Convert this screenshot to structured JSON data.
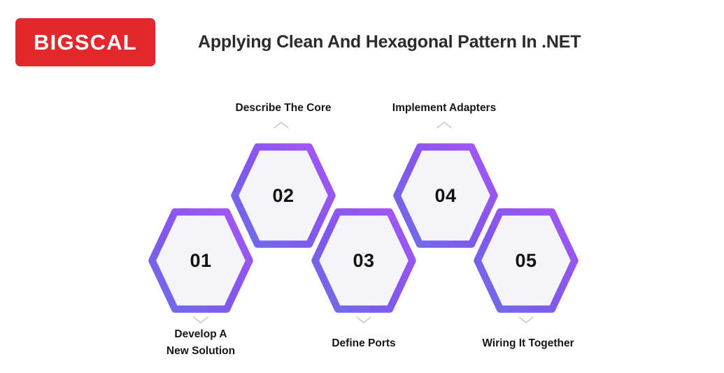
{
  "header": {
    "logo_text": "BIGSCAL",
    "logo_bg": "#E2282C",
    "title": "Applying Clean And Hexagonal Pattern In .NET",
    "title_color": "#2b2b2b"
  },
  "theme": {
    "background": "#ffffff",
    "hex_fill": "#F5F5F7",
    "gradient_from": "#6C6FE8",
    "gradient_mid": "#8B5CF6",
    "gradient_to": "#A855F7",
    "chevron_color": "#C9C9CF",
    "number_color": "#111111",
    "label_color": "#161616"
  },
  "diagram": {
    "type": "honeycomb-steps",
    "steps": [
      {
        "number": "01",
        "label": "Develop A\nNew Solution",
        "label_position": "below",
        "row": "bottom"
      },
      {
        "number": "02",
        "label": "Describe The Core",
        "label_position": "above",
        "row": "top"
      },
      {
        "number": "03",
        "label": "Define Ports",
        "label_position": "below",
        "row": "bottom"
      },
      {
        "number": "04",
        "label": "Implement Adapters",
        "label_position": "above",
        "row": "top"
      },
      {
        "number": "05",
        "label": "Wiring It Together",
        "label_position": "below",
        "row": "bottom"
      }
    ]
  }
}
